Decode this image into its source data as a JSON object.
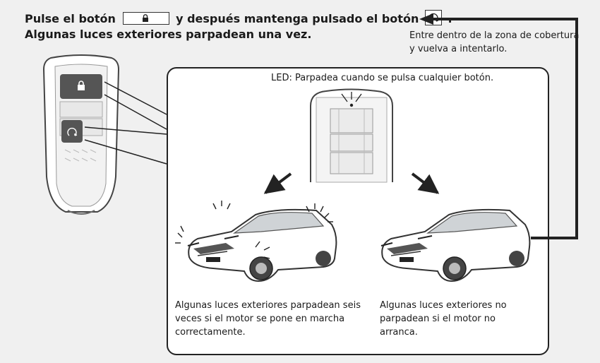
{
  "instructions": {
    "line1_before": "Pulse el botón",
    "line1_middle": "y después mantenga pulsado el botón",
    "line1_after": ".",
    "line2": "Algunas luces exteriores parpadean una vez."
  },
  "retry_note": "Entre dentro de la zona de cobertura y vuelva a intentarlo.",
  "led_note": "LED: Parpadea cuando se pulsa cualquier botón.",
  "outcomes": {
    "success": "Algunas luces exteriores parpadean seis veces si el motor se pone en marcha correctamente.",
    "failure": "Algunas luces exteriores no parpadean si el motor no arranca."
  },
  "icons": {
    "lock": "lock-icon",
    "remote_start": "remote-start-icon"
  },
  "colors": {
    "outline": "#222222",
    "key_fob_button": "#555555",
    "panel_background": "#ffffff"
  }
}
